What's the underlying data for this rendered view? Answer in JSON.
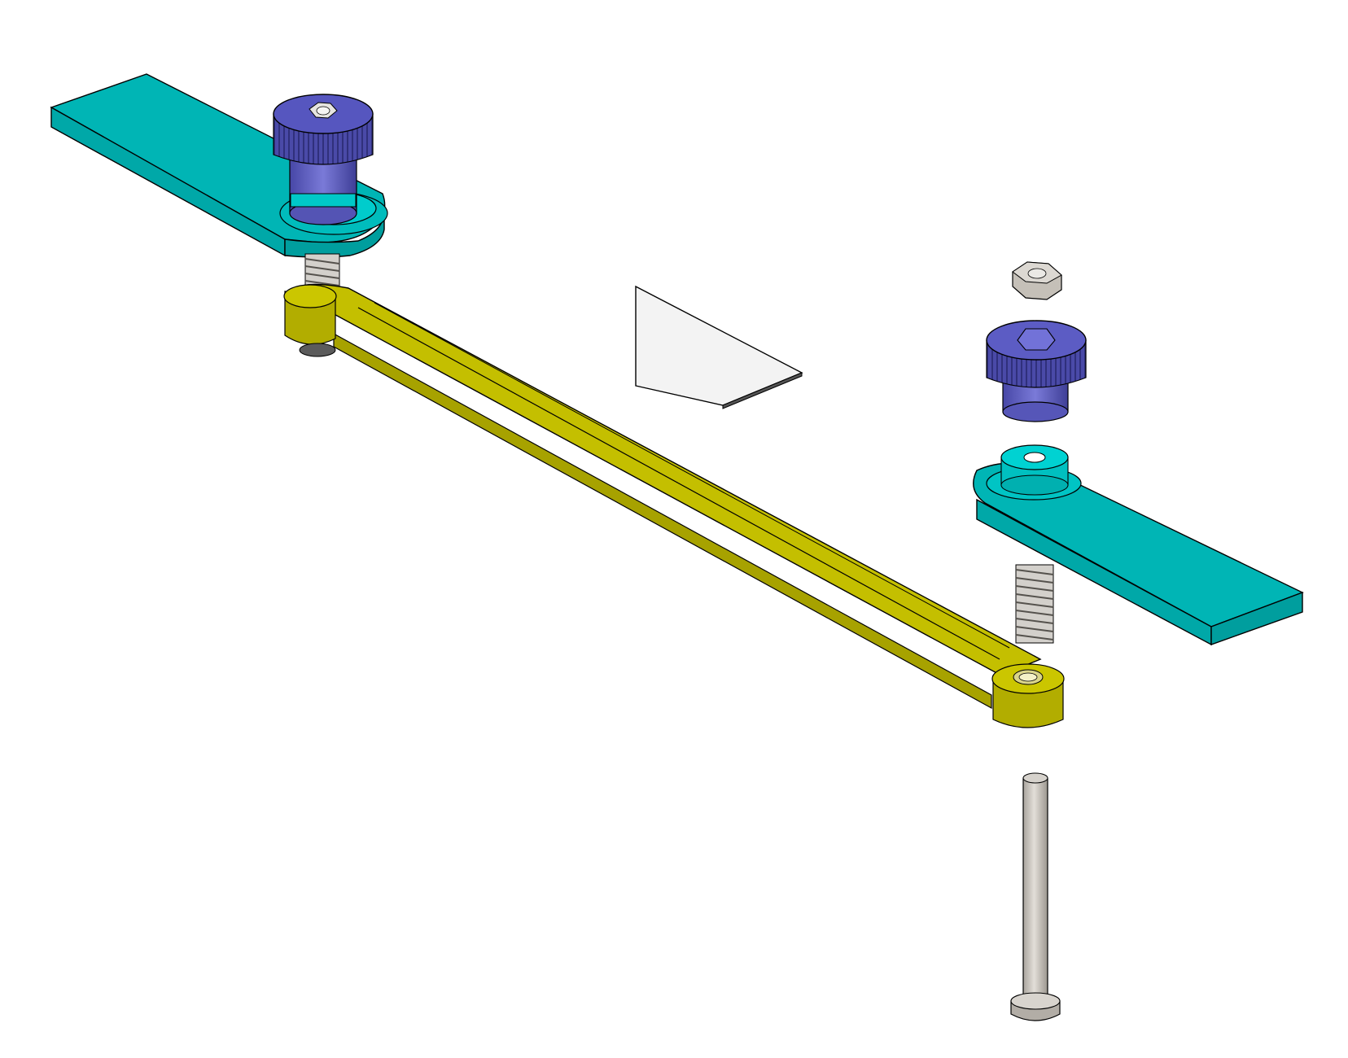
{
  "diagram": {
    "kind": "exploded-assembly-view",
    "background": "#ffffff",
    "parts": [
      {
        "id": "link-bar",
        "icon": "link-bar-icon",
        "color": "#c2bd00"
      },
      {
        "id": "left-clamp-arm",
        "icon": "clamp-arm-icon",
        "color": "#00b4b4"
      },
      {
        "id": "right-clamp-arm",
        "icon": "clamp-arm-icon",
        "color": "#00b4b4"
      },
      {
        "id": "left-knurled-knob",
        "icon": "knurled-knob-icon",
        "color": "#5c5cc8"
      },
      {
        "id": "right-knurled-knob",
        "icon": "knurled-knob-icon",
        "color": "#5c5cc8"
      },
      {
        "id": "left-spring",
        "icon": "spring-icon",
        "color": "#c9c6c1"
      },
      {
        "id": "right-spring",
        "icon": "spring-icon",
        "color": "#c9c6c1"
      },
      {
        "id": "hex-nut",
        "icon": "hex-nut-icon",
        "color": "#cbc6bf"
      },
      {
        "id": "pin-bolt",
        "icon": "pin-bolt-icon",
        "color": "#cbc6bf"
      },
      {
        "id": "small-plate",
        "icon": "plate-icon",
        "color": "#f4f4f4"
      }
    ]
  }
}
